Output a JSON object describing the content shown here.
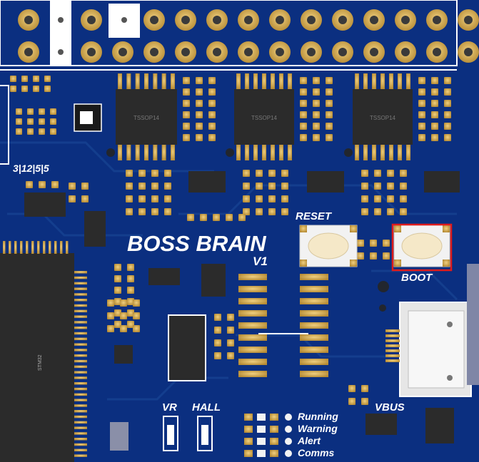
{
  "board": {
    "title": "BOSS BRAIN",
    "version": "V1",
    "silkscreen": {
      "reset": "RESET",
      "boot": "BOOT",
      "vr": "VR",
      "hall": "HALL",
      "vbus": "VBUS",
      "rails": "3|12|5|5"
    },
    "leds": [
      "Running",
      "Warning",
      "Alert",
      "Comms"
    ],
    "chip_markings": {
      "ic1": "TSSOP14",
      "ic2": "TSSOP14",
      "ic3": "TSSOP14"
    },
    "colors": {
      "pcb": "#0b2f80",
      "pad": "#c9a24a",
      "chip": "#2b2b2b",
      "highlight": "#e01b1b"
    }
  }
}
